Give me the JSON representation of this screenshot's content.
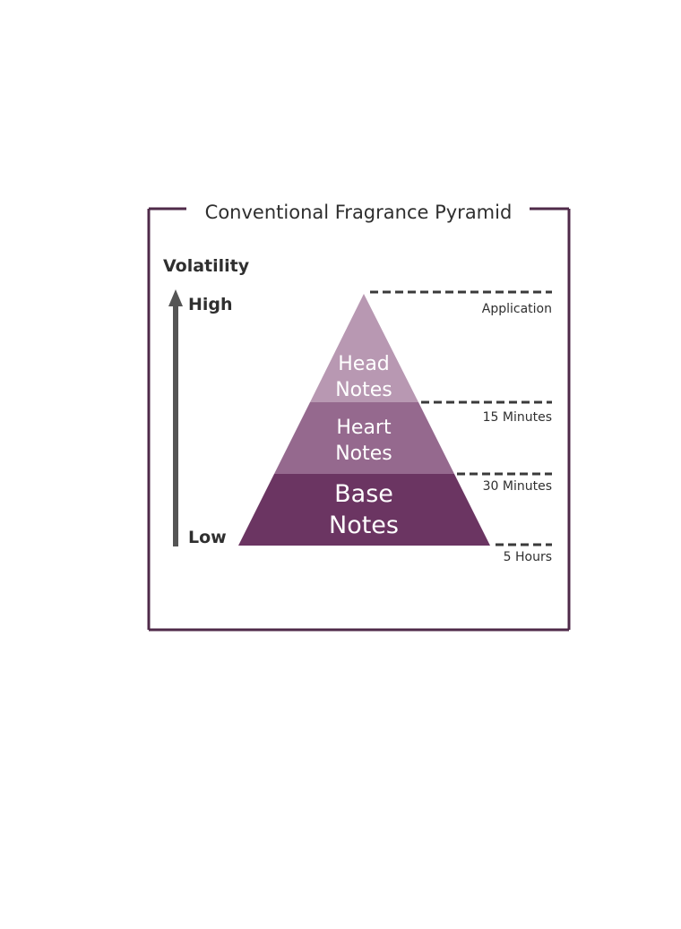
{
  "diagram": {
    "title": "Conventional Fragrance Pyramid",
    "axis": {
      "title": "Volatility",
      "high_label": "High",
      "low_label": "Low"
    },
    "tiers": [
      {
        "line1": "Head",
        "line2": "Notes",
        "color": "#b898b2"
      },
      {
        "line1": "Heart",
        "line2": "Notes",
        "color": "#95698e"
      },
      {
        "line1": "Base",
        "line2": "Notes",
        "color": "#6b3562"
      }
    ],
    "timeline": [
      "Application",
      "15 Minutes",
      "30 Minutes",
      "5 Hours"
    ],
    "colors": {
      "frame": "#4f2a49",
      "arrow": "#555555",
      "text": "#2f2f2f"
    }
  }
}
